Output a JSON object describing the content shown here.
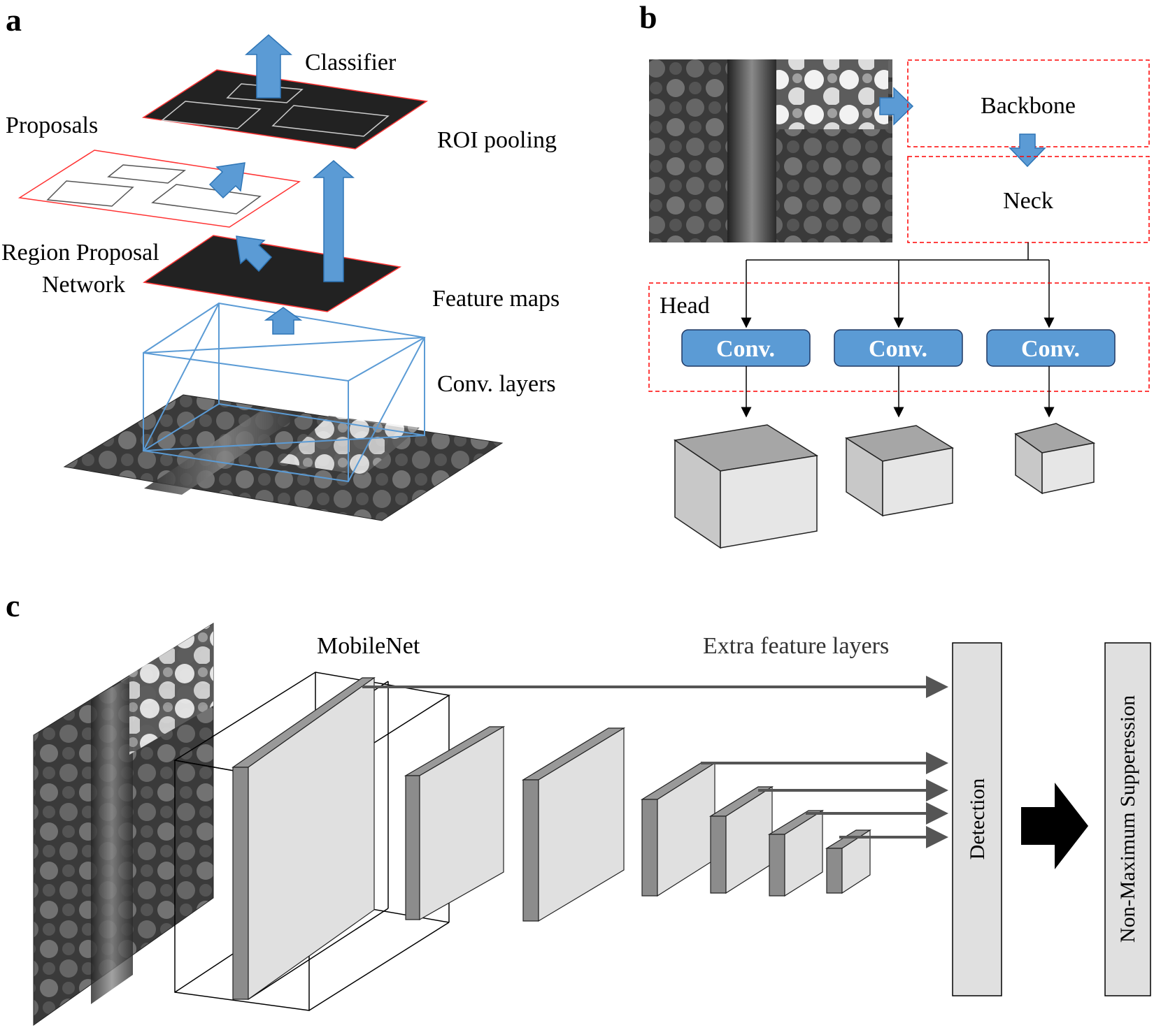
{
  "panels": {
    "a": {
      "letter": "a",
      "labels": {
        "classifier": "Classifier",
        "proposals": "Proposals",
        "roi_pooling": "ROI pooling",
        "rpn_line1": "Region Proposal",
        "rpn_line2": "Network",
        "feature_maps": "Feature maps",
        "conv_layers": "Conv. layers"
      }
    },
    "b": {
      "letter": "b",
      "labels": {
        "backbone": "Backbone",
        "neck": "Neck",
        "head": "Head",
        "conv": [
          "Conv.",
          "Conv.",
          "Conv."
        ]
      }
    },
    "c": {
      "letter": "c",
      "labels": {
        "mobilenet": "MobileNet",
        "extra_feature_layers": "Extra feature layers",
        "detection": "Detection",
        "nms": "Non-Maximum Supperession"
      }
    }
  },
  "colors": {
    "accent_blue": "#5b9bd5",
    "box_blue_stroke": "#1f3864",
    "dashed_red": "#ff0000",
    "layer_light": "#e0e0e0",
    "layer_dark": "#8c8c8c",
    "map_black": "#222222",
    "arrow_gray": "#555555"
  },
  "icons": {
    "up_arrow": "block-arrow-up-icon",
    "right_arrow": "block-arrow-right-icon",
    "down_arrow": "block-arrow-down-icon"
  }
}
